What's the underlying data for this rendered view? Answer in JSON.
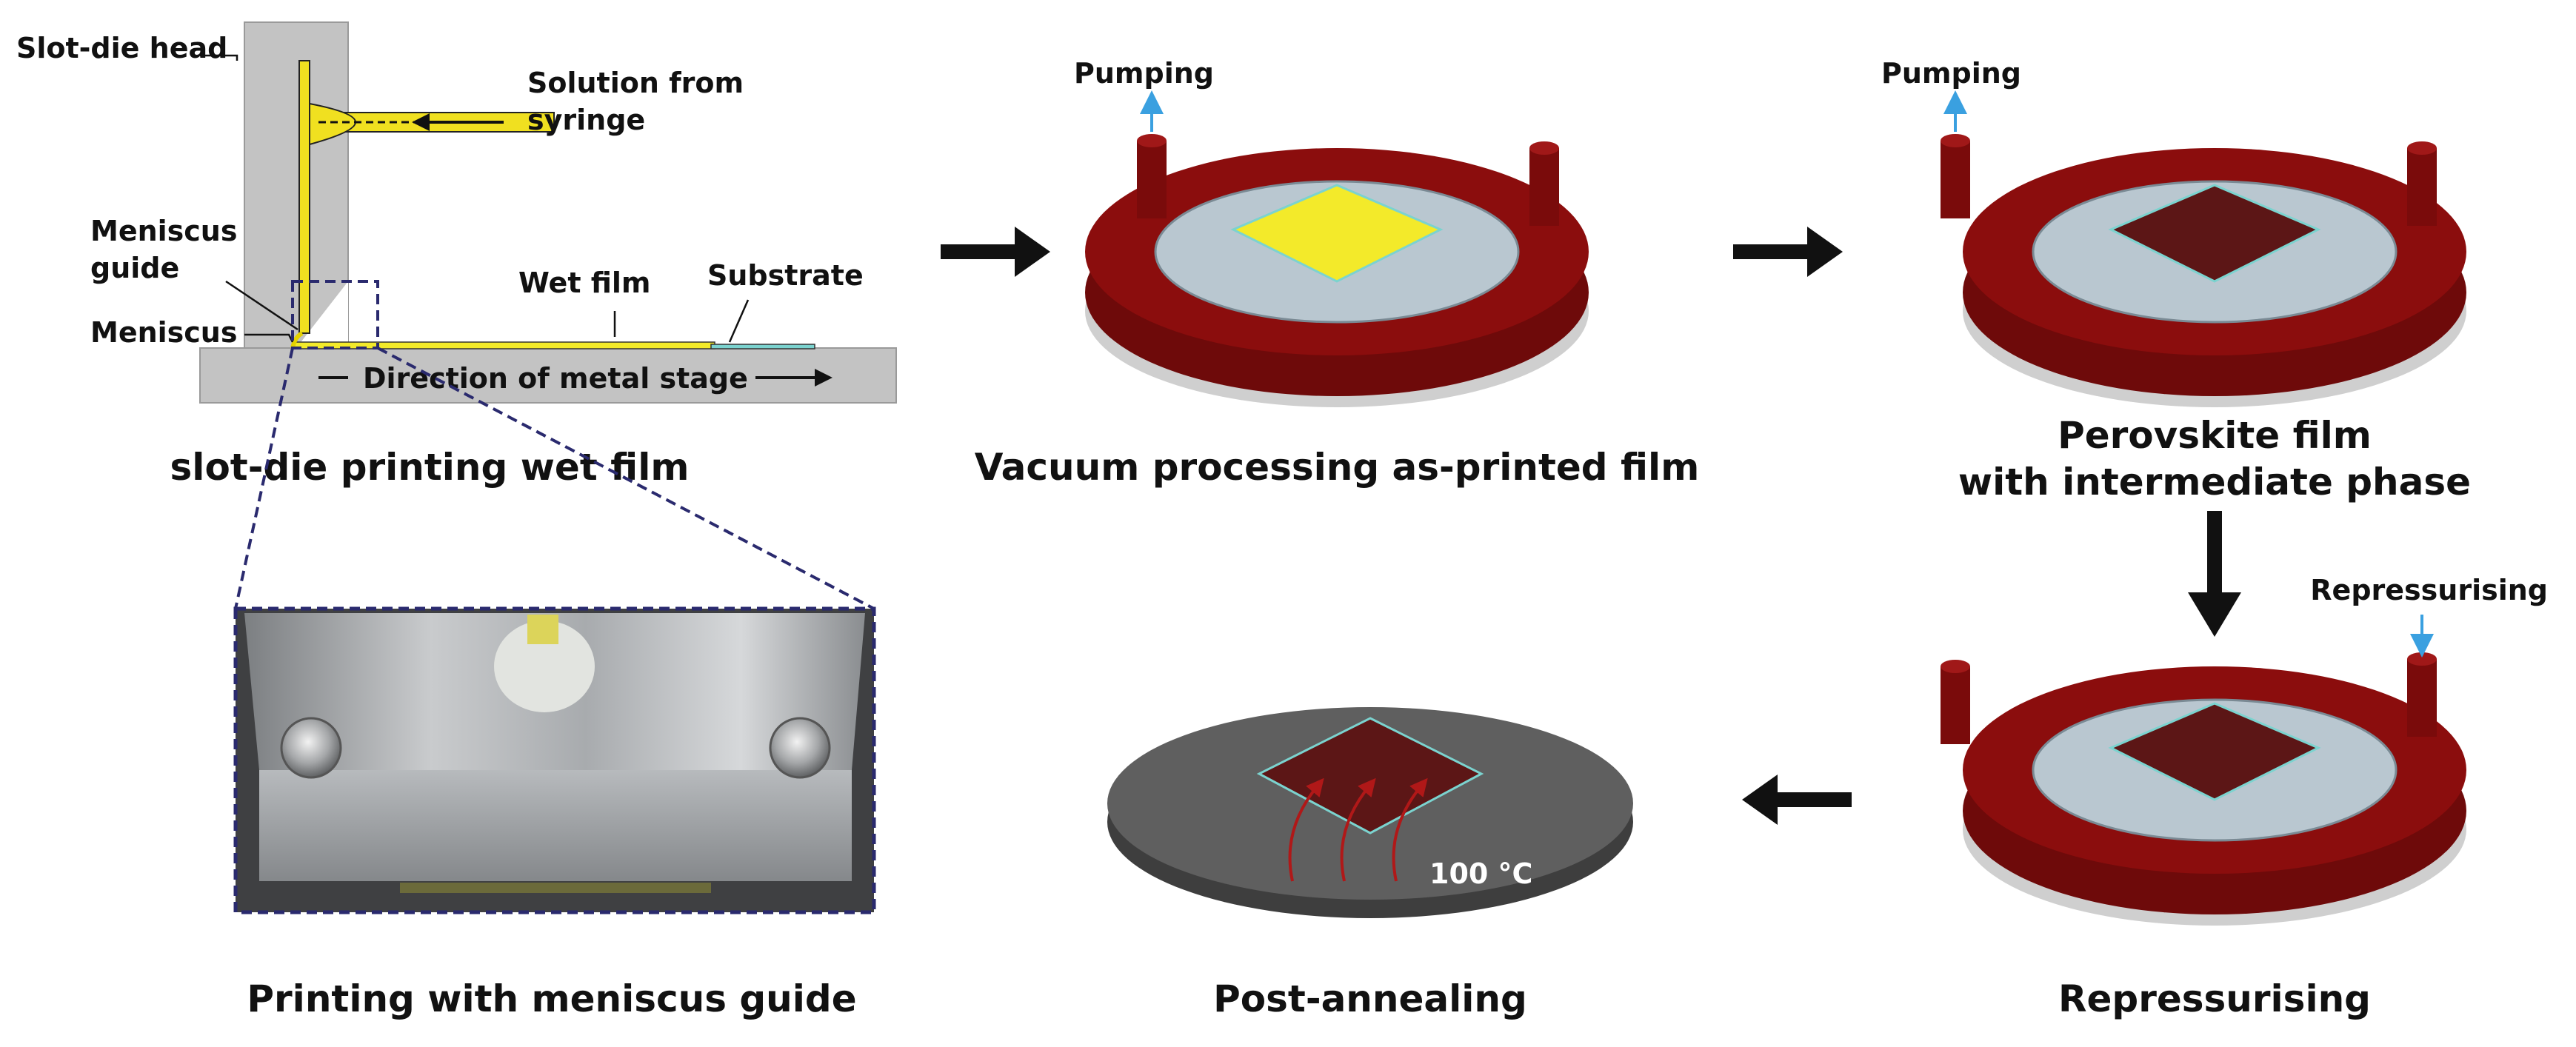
{
  "slot_die": {
    "head_label": "Slot-die head",
    "solution_label_line1": "Solution from",
    "solution_label_line2": "syringe",
    "meniscus_guide_line1": "Meniscus",
    "meniscus_guide_line2": "guide",
    "wet_film_label": "Wet film",
    "substrate_label": "Substrate",
    "meniscus_label": "Meniscus",
    "stage_label": "Direction of metal stage",
    "caption": "slot-die printing wet film"
  },
  "photo": {
    "caption": "Printing with meniscus guide"
  },
  "vacuum_step": {
    "pump_label": "Pumping",
    "caption": "Vacuum processing as-printed film"
  },
  "intermediate_step": {
    "pump_label": "Pumping",
    "caption_line1": "Perovskite film",
    "caption_line2": "with intermediate phase"
  },
  "repressurise_step": {
    "valve_label": "Repressurising",
    "caption": "Repressurising"
  },
  "anneal_step": {
    "temperature_label": "100 °C",
    "caption": "Post-annealing"
  },
  "colors": {
    "chamber_red": "#8b0d0d",
    "wet_film_yellow": "#f3ea2a",
    "perovskite_brown": "#5c1616",
    "hotplate_gray": "#5f5f5f",
    "arrow_blue": "#3aa0e0"
  }
}
